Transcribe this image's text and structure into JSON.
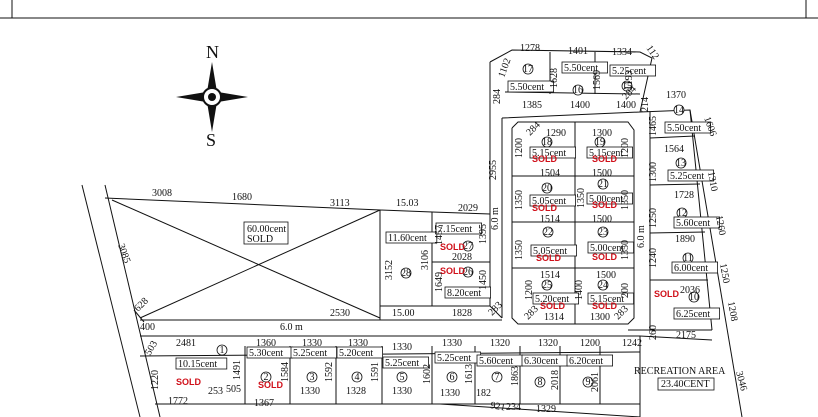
{
  "compass": {
    "north": "N",
    "south": "S"
  },
  "road_labels": {
    "road_h": "6.0 m",
    "road_v1": "6.0 m",
    "road_v2": "6.0 m"
  },
  "recreation": {
    "label": "RECREATION AREA",
    "area": "23.40CENT"
  },
  "plots": [
    {
      "no": "1",
      "area": "10.15cent",
      "status": "SOLD"
    },
    {
      "no": "2",
      "area": "5.30cent",
      "status": "SOLD"
    },
    {
      "no": "3",
      "area": "5.25cent",
      "status": ""
    },
    {
      "no": "4",
      "area": "5.20cent",
      "status": ""
    },
    {
      "no": "5",
      "area": "5.25cent",
      "status": ""
    },
    {
      "no": "6",
      "area": "5.25cent",
      "status": ""
    },
    {
      "no": "7",
      "area": "5.60cent",
      "status": ""
    },
    {
      "no": "8",
      "area": "6.30cent",
      "status": ""
    },
    {
      "no": "9",
      "area": "6.20cent",
      "status": ""
    },
    {
      "no": "10",
      "area": "6.25cent",
      "status": "SOLD"
    },
    {
      "no": "11",
      "area": "6.00cent",
      "status": ""
    },
    {
      "no": "12",
      "area": "5.60cent",
      "status": ""
    },
    {
      "no": "13",
      "area": "5.25cent",
      "status": ""
    },
    {
      "no": "14",
      "area": "5.50cent",
      "status": ""
    },
    {
      "no": "15",
      "area": "5.25cent",
      "status": ""
    },
    {
      "no": "16",
      "area": "5.50cent",
      "status": ""
    },
    {
      "no": "17",
      "area": "5.50cent",
      "status": ""
    },
    {
      "no": "18",
      "area": "5.15cent",
      "status": "SOLD"
    },
    {
      "no": "19",
      "area": "5.15cent",
      "status": "SOLD"
    },
    {
      "no": "20",
      "area": "5.05cent",
      "status": "SOLD"
    },
    {
      "no": "21",
      "area": "5.00cent",
      "status": "SOLD"
    },
    {
      "no": "22",
      "area": "5.05cent",
      "status": "SOLD"
    },
    {
      "no": "23",
      "area": "5.00cent",
      "status": "SOLD"
    },
    {
      "no": "24",
      "area": "5.15cent",
      "status": "SOLD"
    },
    {
      "no": "25",
      "area": "5.20cent",
      "status": "SOLD"
    },
    {
      "no": "26",
      "area": "8.20cent",
      "status": "SOLD"
    },
    {
      "no": "27",
      "area": "7.15cent",
      "status": "SOLD"
    },
    {
      "no": "28",
      "area": "11.60cent",
      "status": ""
    }
  ],
  "big_plot": {
    "area": "60.00cent",
    "status": "SOLD"
  },
  "dims": {
    "d3008": "3008",
    "d1680": "1680",
    "d3113": "3113",
    "d1503": "15.03",
    "d2029": "2029",
    "d3085": "3085",
    "d628": "628",
    "d400": "400",
    "d2530": "2530",
    "d1500": "15.00",
    "d1828": "1828",
    "d283a": "283",
    "d3152": "3152",
    "d3106": "3106",
    "d1457": "1457",
    "d1649": "1649",
    "d1395": "1395",
    "d1450": "1450",
    "d2028": "2028",
    "d2955": "2955",
    "d284a": "284",
    "d1278": "1278",
    "d1401": "1401",
    "d1334": "1334",
    "d112": "112",
    "d1102": "1102",
    "d1628": "1628",
    "d1569": "1569",
    "d1193": "1193",
    "d284b": "284",
    "d1385": "1385",
    "d1400a": "1400",
    "d1400b": "1400",
    "d214": "214",
    "d1370": "1370",
    "d1465": "1465",
    "d1606": "1606",
    "d1564": "1564",
    "d1310": "1310",
    "d1300a": "1300",
    "d1728": "1728",
    "d1250a": "1250",
    "d1260": "1260",
    "d1890": "1890",
    "d1240": "1240",
    "d1250b": "1250",
    "d2036": "2036",
    "d1208": "1208",
    "d260": "260",
    "d2175": "2175",
    "d1242": "1242",
    "d3046": "3046",
    "d1290": "1290",
    "d1300b": "1300",
    "d284c": "284",
    "d1200a": "1200",
    "d1200b": "1200",
    "d1504": "1504",
    "d1500a": "1500",
    "d1350a": "1350",
    "d1350b": "1350",
    "d1350c": "1350",
    "d1514a": "1514",
    "d1500b": "1500",
    "d1350d": "1350",
    "d1350e": "1350",
    "d1514b": "1514",
    "d1500c": "1500",
    "d1200c": "1200",
    "d1400c": "1400",
    "d200": "200",
    "d1314": "1314",
    "d1300c": "1300",
    "d283b": "283",
    "d283c": "283",
    "d2481": "2481",
    "d1360": "1360",
    "d1330a": "1330",
    "d1330b": "1330",
    "d1330c": "1330",
    "d1330d": "1330",
    "d1320a": "1320",
    "d1320b": "1320",
    "d1200d": "1200",
    "d503": "503",
    "d1220": "1220",
    "d1491": "1491",
    "d1584": "1584",
    "d1592": "1592",
    "d1591": "1591",
    "d1602": "1602",
    "d1613": "1613",
    "d1863": "1863",
    "d2018": "2018",
    "d2061": "2061",
    "d253": "253",
    "d505": "505",
    "d1772": "1772",
    "d1367": "1367",
    "d1330e": "1330",
    "d1328": "1328",
    "d1330f": "1330",
    "d1330g": "1330",
    "d182": "182",
    "d921": "921",
    "d234": "234",
    "d1329": "1329"
  }
}
